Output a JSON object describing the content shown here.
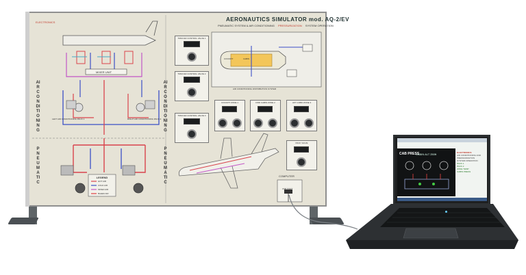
{
  "panel": {
    "brand": "ELECTRONICS",
    "title": "AERONAUTICS SIMULATOR mod. AQ-2/EV",
    "subtitle_left": "PNEUMATIC SYSTEM & AIR CONDITIONING",
    "subtitle_mid": "PRESSURIZATION",
    "subtitle_right": "SYSTEM OPERATION",
    "air_conditioning_left": "AIR CONDITIONING",
    "air_conditioning_right": "AIR CONDITIONING",
    "pneumatic_left": "PNEUMATIC",
    "pneumatic_right": "PNEUMATIC",
    "mixer_unit": "MIXER UNIT",
    "pack_left": "LEFT AIR CONDITIONING PACK 1",
    "pack_right": "RIGHT AIR CONDITIONING PACK 2",
    "legend_title": "LEGEND",
    "legend_items": [
      "HOT AIR",
      "COLD AIR",
      "MIXED AIR",
      "BLEED AIR"
    ],
    "pressurization_label": "AIR CONDITIONING DISTRIBUTION SYSTEM",
    "computer_label": "COMPUTER",
    "usb_label": "USB PORT",
    "controls": [
      {
        "label": "TRIM AIR CONTROL VALVE 1",
        "value": "----"
      },
      {
        "label": "TRIM AIR CONTROL VALVE 2",
        "value": "----"
      },
      {
        "label": "TRIM AIR CONTROL VALVE 3",
        "value": "----"
      },
      {
        "label": "COCKPIT ZONE 1",
        "value": "----"
      },
      {
        "label": "FWD CABIN ZONE 2",
        "value": "----"
      },
      {
        "label": "AFT CABIN ZONE 3",
        "value": "----"
      },
      {
        "label": "PACK VALVE",
        "value": "----"
      }
    ],
    "cabin_labels": [
      "COCKPIT",
      "CABIN"
    ]
  },
  "laptop": {
    "app_title": "CAB PRESS",
    "app_subtitle": "CABIN ALT 250ft",
    "side_heading": "ELECTRONICS",
    "side_lines": [
      "AIR CONDITIONING AND",
      "PRESSURIZATION",
      "SYSTEM OPERATION",
      "PACK 1",
      "PACK 2",
      "ZONE TEMP",
      "CABIN PRESS"
    ]
  },
  "colors": {
    "hot_air": "#d9434b",
    "cold_air": "#3b4fc7",
    "mixed_air": "#c256c7",
    "bleed_air": "#e04040"
  }
}
